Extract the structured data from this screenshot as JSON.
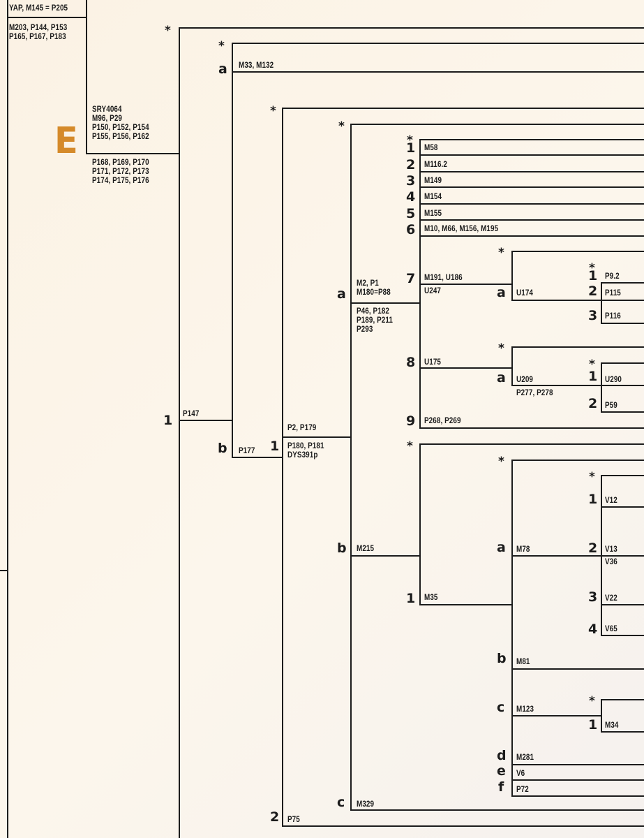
{
  "haplogroup": {
    "letter": "E",
    "color": "#d58a2a"
  },
  "colors": {
    "line": "#1c1c1c",
    "text": "#1b1b1b"
  },
  "markers": {
    "root_top": "YAP, M145 = P205",
    "root_mid": "M203, P144, P153\nP165, P167, P183",
    "e_defining_top": "SRY4064\nM96, P29\nP150, P152, P154\nP155, P156, P162",
    "e_defining_bottom": "P168, P169, P170\nP171, P172, P173\nP174, P175, P176",
    "e1": "P147",
    "e1a": "M33, M132",
    "e1b": "P177",
    "e1b1_top": "P2, P179",
    "e1b1_bottom": "P180, P181\nDYS391p",
    "e1b1a_top": "M2, P1\nM180=P88",
    "e1b1a_bottom": "P46, P182\nP189, P211\nP293",
    "e1b1a1": "M58",
    "e1b1a2": "M116.2",
    "e1b1a3": "M149",
    "e1b1a4": "M154",
    "e1b1a5": "M155",
    "e1b1a6": "M10, M66, M156, M195",
    "e1b1a7_top": "M191, U186",
    "e1b1a7_bottom": "U247",
    "e1b1a7a": "U174",
    "e1b1a7a1": "P9.2",
    "e1b1a7a2": "P115",
    "e1b1a7a3": "P116",
    "e1b1a8": "U175",
    "e1b1a8a_top": "U209",
    "e1b1a8a_bottom": "P277, P278",
    "e1b1a8a1": "U290",
    "e1b1a8a2": "P59",
    "e1b1a9": "P268, P269",
    "e1b1b": "M215",
    "e1b1b1": "M35",
    "e1b1b1a": "M78",
    "e1b1b1a1": "V12",
    "e1b1b1a2_top": "V13",
    "e1b1b1a2_bottom": "V36",
    "e1b1b1a3": "V22",
    "e1b1b1a4": "V65",
    "e1b1b1b": "M81",
    "e1b1b1c": "M123",
    "e1b1b1c1": "M34",
    "e1b1b1d": "M281",
    "e1b1b1e": "V6",
    "e1b1b1f": "P72",
    "e1b1c": "M329",
    "e2": "P75"
  },
  "branch_labels": {
    "star": "*",
    "one": "1",
    "two": "2",
    "three": "3",
    "four": "4",
    "five": "5",
    "six": "6",
    "seven": "7",
    "eight": "8",
    "nine": "9",
    "a": "a",
    "b": "b",
    "c": "c",
    "d": "d",
    "e": "e",
    "f": "f"
  }
}
